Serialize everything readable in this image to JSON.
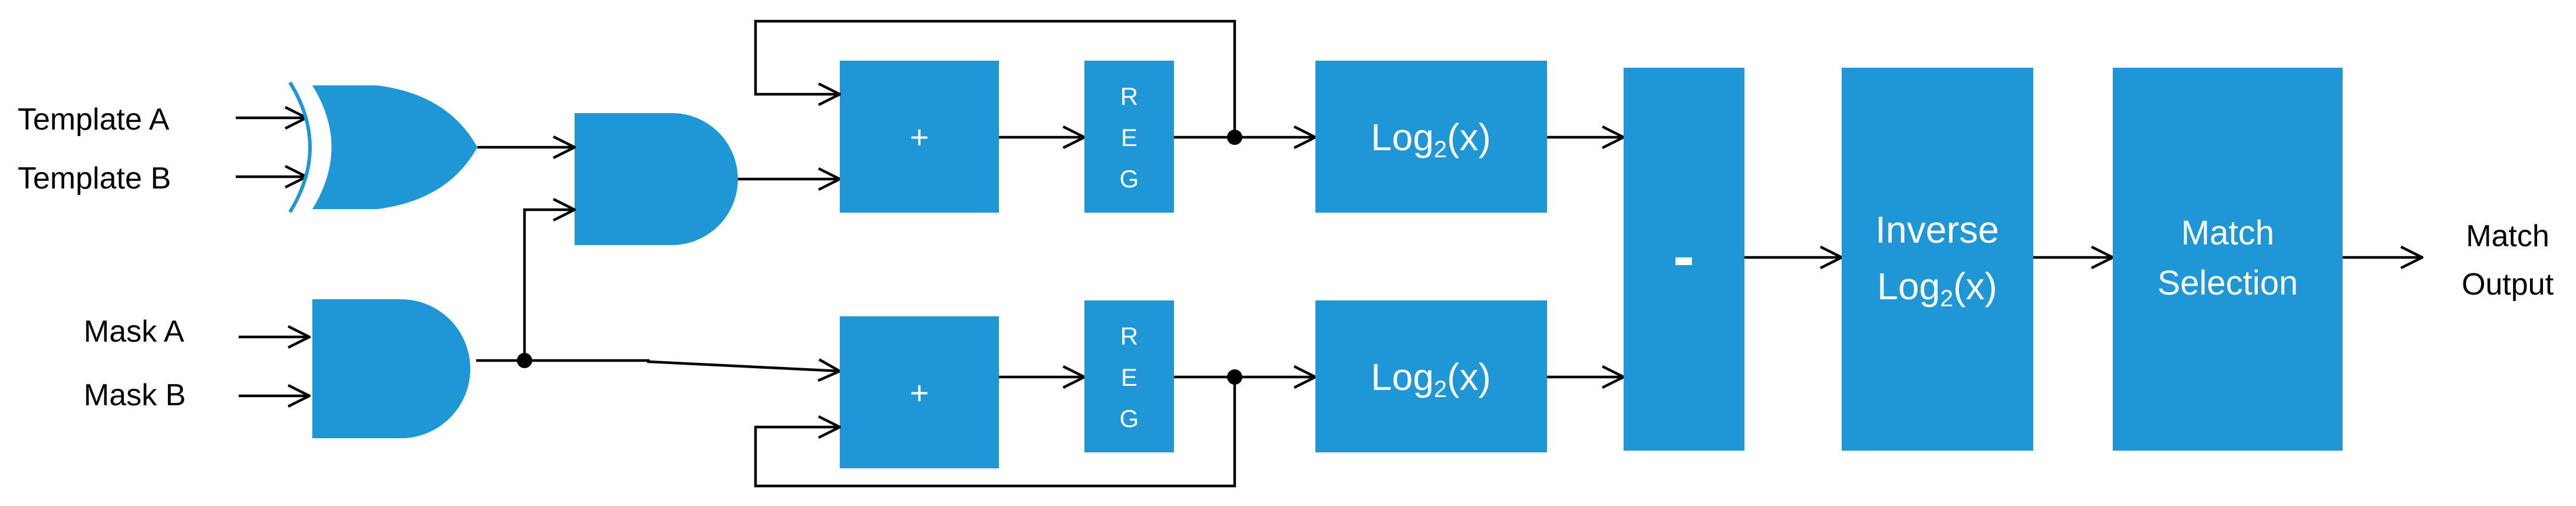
{
  "colors": {
    "block_fill": "#1f97d6",
    "wire": "#000000",
    "background": "#ffffff",
    "block_text": "#ffffff"
  },
  "inputs": {
    "template_a": "Template A",
    "template_b": "Template B",
    "mask_a": "Mask A",
    "mask_b": "Mask B"
  },
  "gates": {
    "xor": "xor-gate-icon",
    "and": "and-gate-icon"
  },
  "blocks": {
    "adder_symbol": "+",
    "reg_letters": [
      "R",
      "E",
      "G"
    ],
    "log_prefix": "Log",
    "log_sub": "2",
    "log_suffix": "(x)",
    "subtract_symbol": "-",
    "inverse_line1": "Inverse",
    "match_selection_line1": "Match",
    "match_selection_line2": "Selection"
  },
  "output": {
    "line1": "Match",
    "line2": "Output"
  }
}
